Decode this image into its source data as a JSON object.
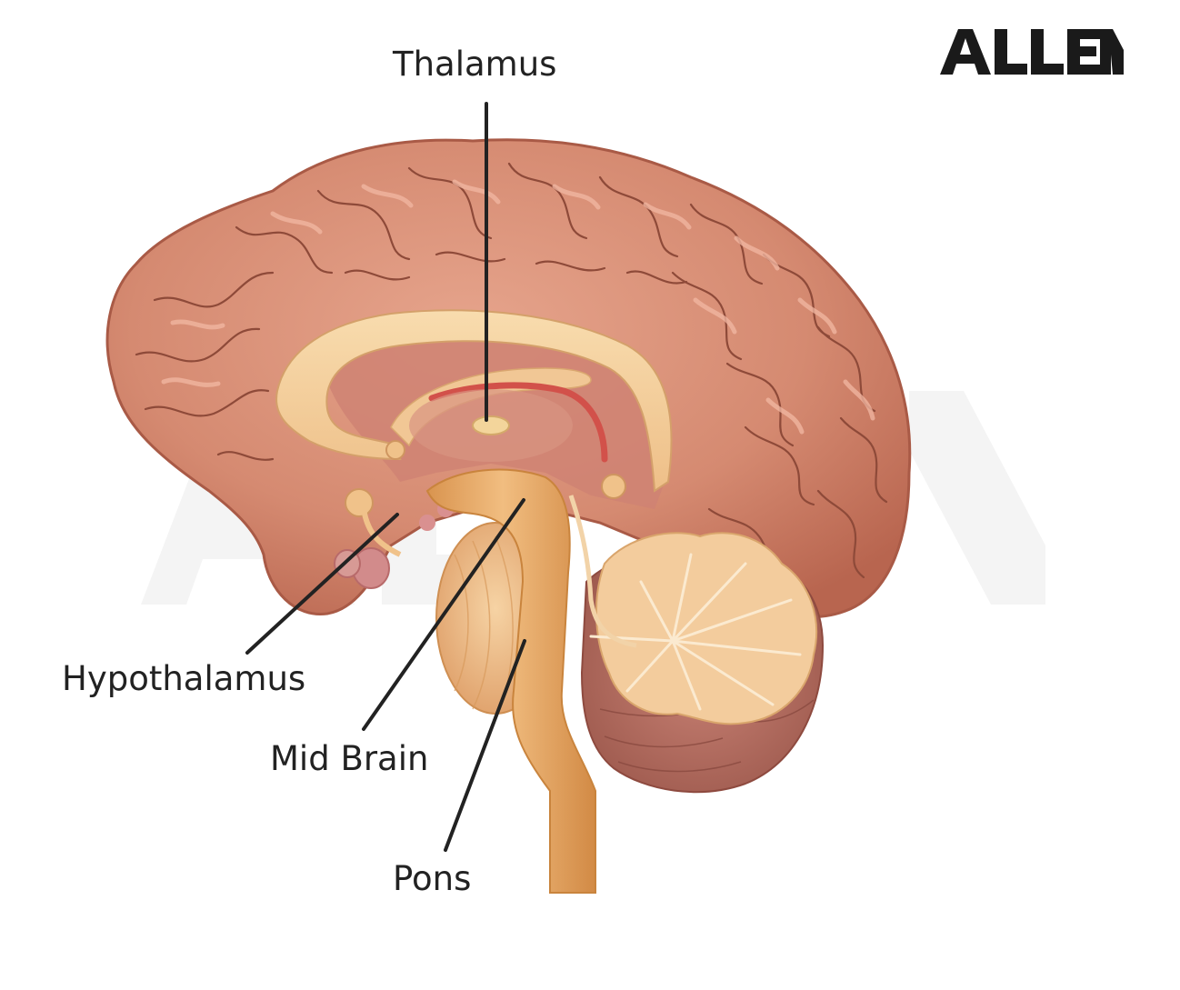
{
  "labels": {
    "thalamus": "Thalamus",
    "hypothalamus": "Hypothalamus",
    "mid_brain": "Mid Brain",
    "pons": "Pons"
  },
  "logo": {
    "text": "ALLEN"
  },
  "colors": {
    "cerebrum": "#d98a72",
    "cerebrum_dark": "#b86450",
    "cerebrum_highlight": "#f0b3a0",
    "corpus_callosum": "#f4cf9e",
    "inner_tissue": "#d58c77",
    "brainstem": "#e9ac6a",
    "cerebellum": "#f3cc9d",
    "cerebellum_dark": "#b86b5c",
    "label_line": "#222222",
    "logo": "#1a1a1a",
    "watermark": "#f3f3f3"
  }
}
